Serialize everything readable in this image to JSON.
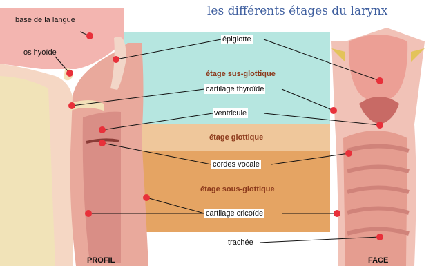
{
  "title": "les différents étages du larynx",
  "bands": {
    "supraglottic": "étage sus-glottique",
    "glottic": "étage glottique",
    "subglottic": "étage sous-glottique"
  },
  "labels": {
    "base_langue": "base de la langue",
    "os_hyoide": "os hyoïde",
    "epiglotte": "épiglotte",
    "cartilage_thyroide": "cartilage thyroïde",
    "ventricule": "ventricule",
    "cordes_vocale": "cordes vocale",
    "cartilage_cricoide": "cartilage cricoïde",
    "trachee": "trachée"
  },
  "views": {
    "profil": "PROFIL",
    "face": "FACE"
  },
  "colors": {
    "supraglottic": "#b6e6e0",
    "glottic": "#efc79b",
    "subglottic": "#e5a463",
    "marker": "#e8303a",
    "tissue": "#e9a99c",
    "title": "#3f5f9f"
  }
}
